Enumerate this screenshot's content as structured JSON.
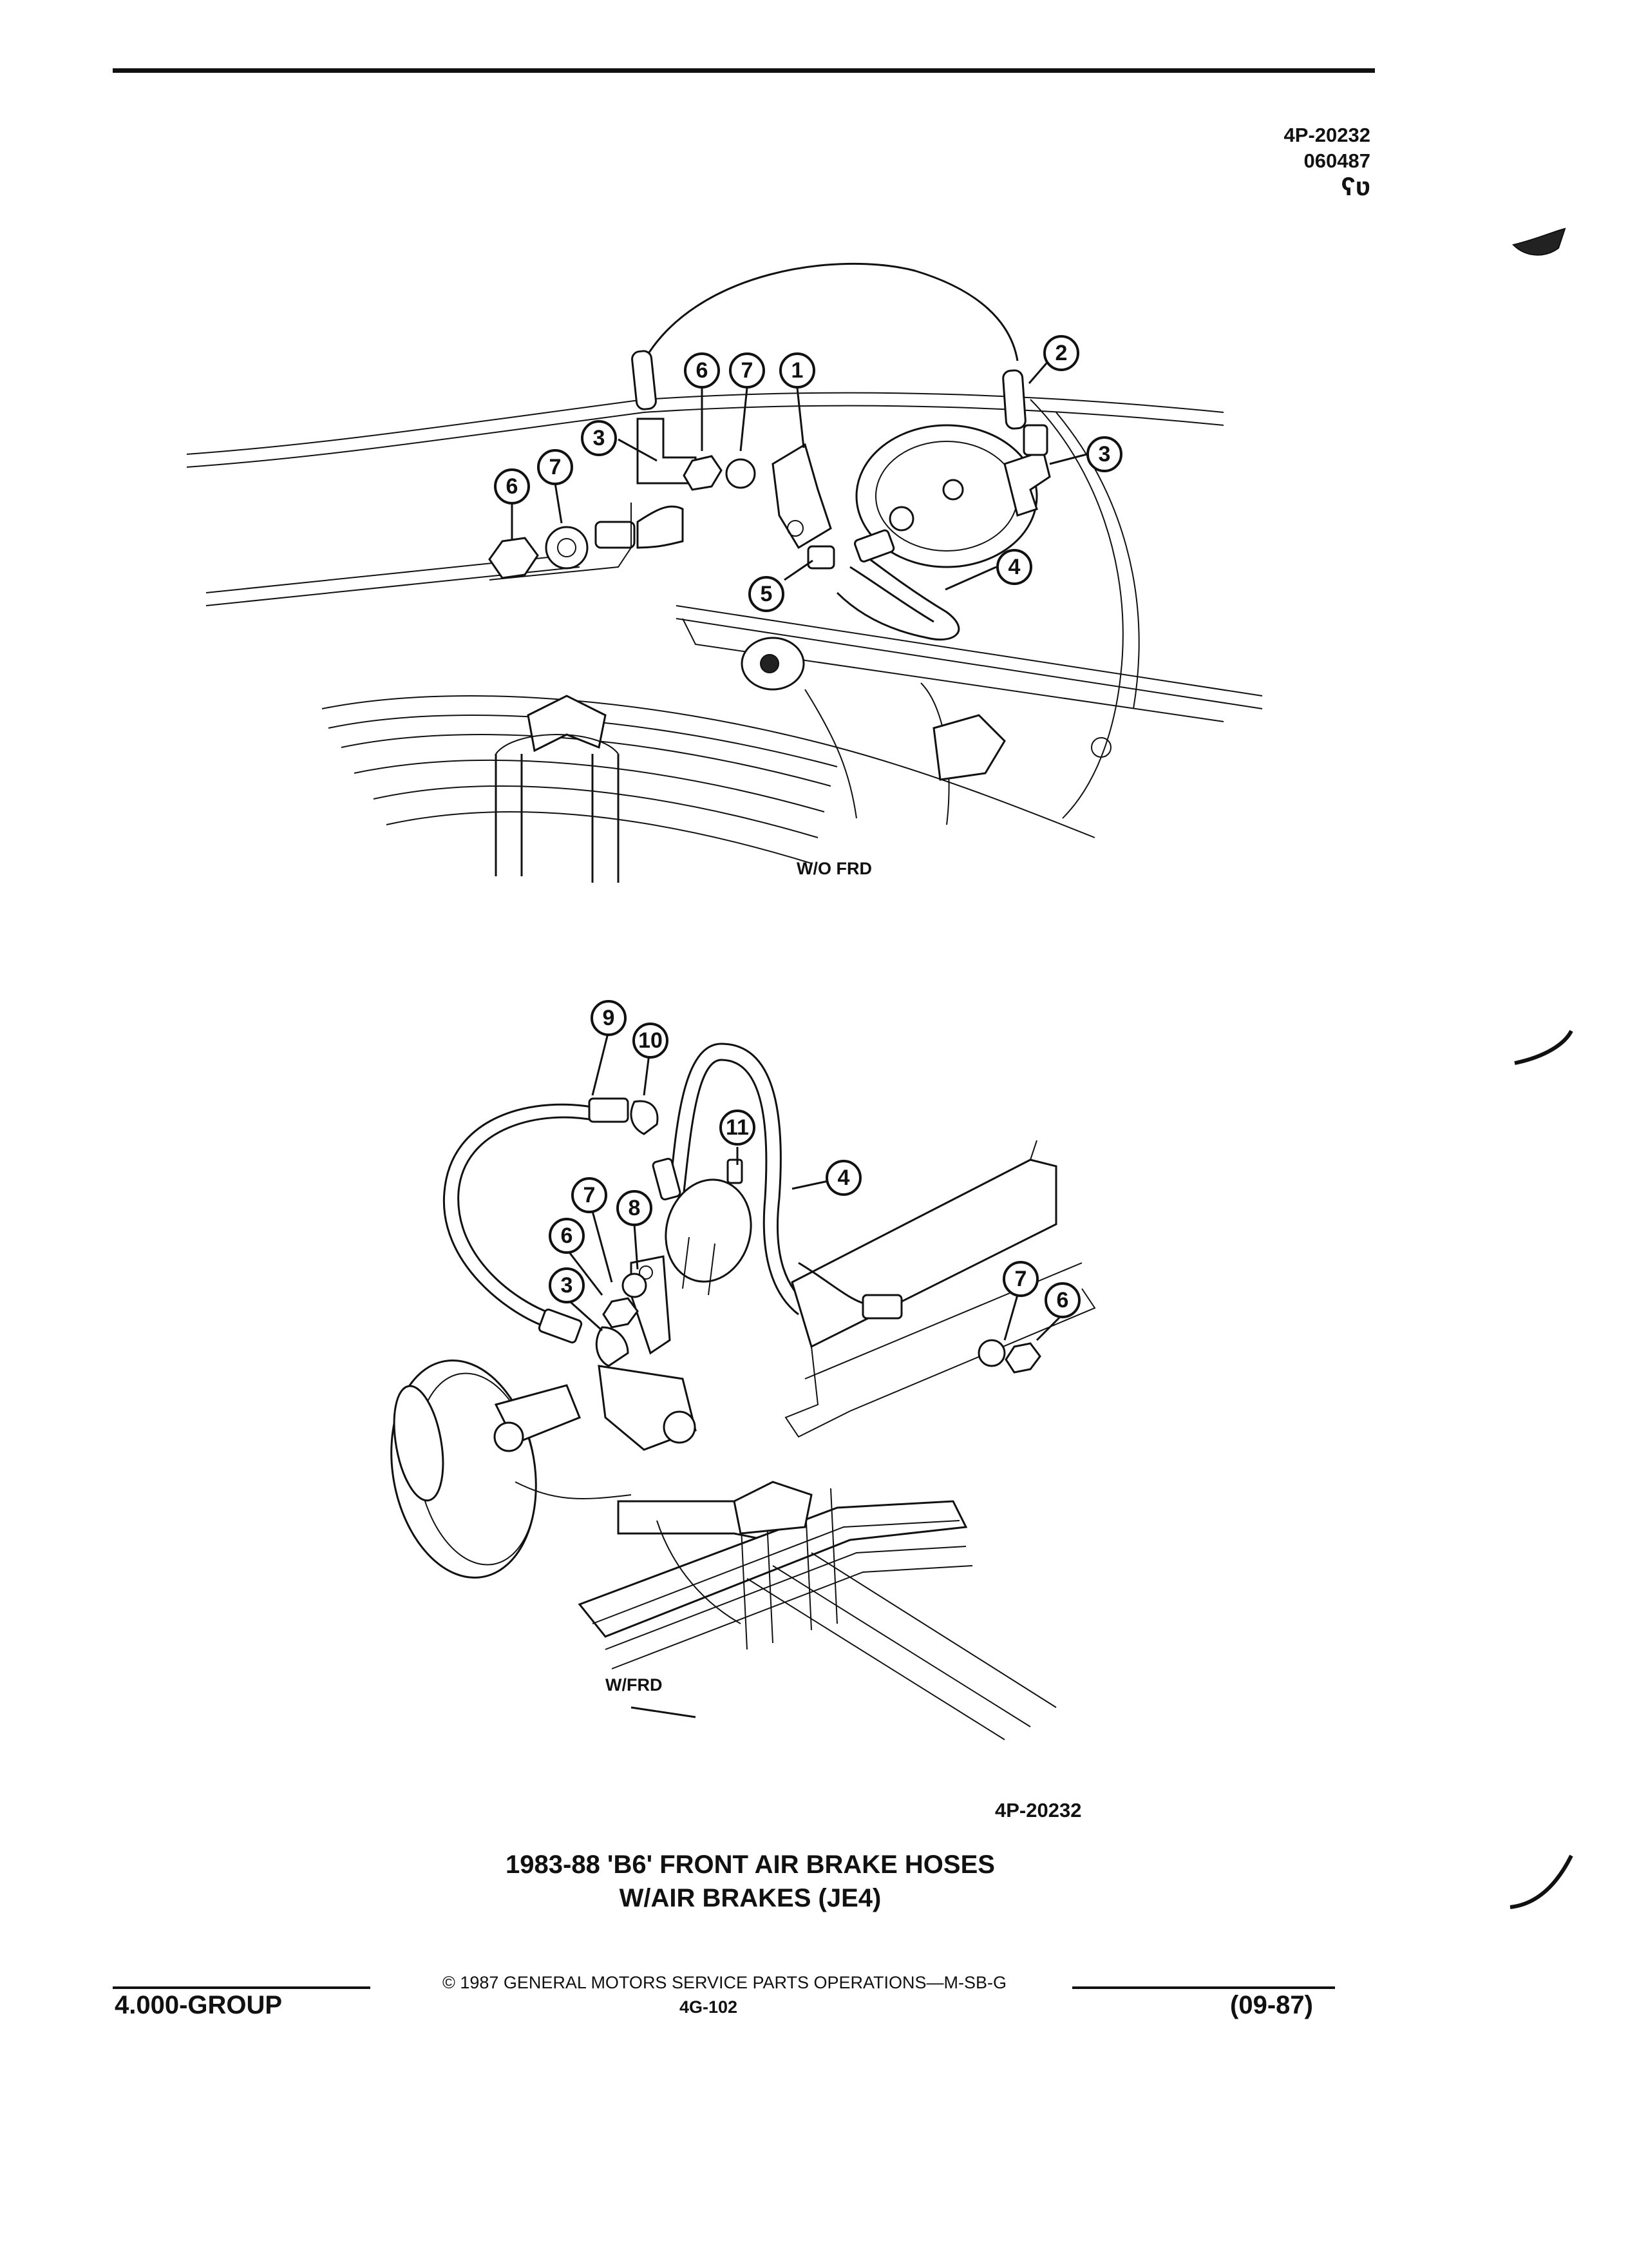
{
  "header": {
    "ref_code": "4P-20232",
    "ref_number": "060487",
    "mark": "ʕʋ"
  },
  "figures": {
    "top": {
      "label": "W/O FRD",
      "callouts": [
        "2",
        "6",
        "7",
        "1",
        "3",
        "3",
        "6",
        "7",
        "4",
        "5"
      ]
    },
    "bottom": {
      "label": "W/FRD",
      "callouts": [
        "9",
        "10",
        "11",
        "4",
        "7",
        "8",
        "6",
        "3",
        "7",
        "6"
      ]
    }
  },
  "figure_code": "4P-20232",
  "caption": {
    "line1": "1983-88 'B6' FRONT AIR BRAKE HOSES",
    "line2": "W/AIR BRAKES (JE4)"
  },
  "footer": {
    "copyright": "© 1987 GENERAL MOTORS SERVICE PARTS OPERATIONS—M-SB-G",
    "group": "4.000-GROUP",
    "page": "4G-102",
    "date": "(09-87)"
  }
}
